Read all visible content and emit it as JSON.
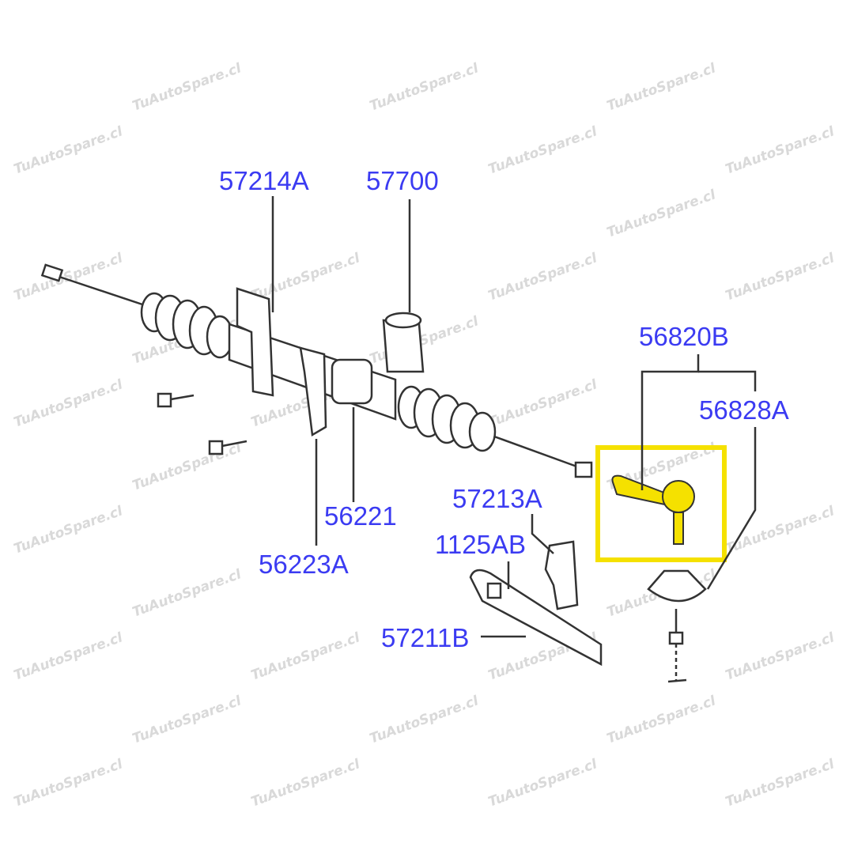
{
  "watermark": "TuAutoSpare.cl",
  "colors": {
    "label": "#3b3bf2",
    "highlight": "#f5e100",
    "line": "#333333"
  },
  "labels": {
    "p57214A": "57214A",
    "p57700": "57700",
    "p56820B": "56820B",
    "p56828A": "56828A",
    "p56221": "56221",
    "p56223A": "56223A",
    "p57213A": "57213A",
    "p1125AB": "1125AB",
    "p57211B": "57211B"
  }
}
